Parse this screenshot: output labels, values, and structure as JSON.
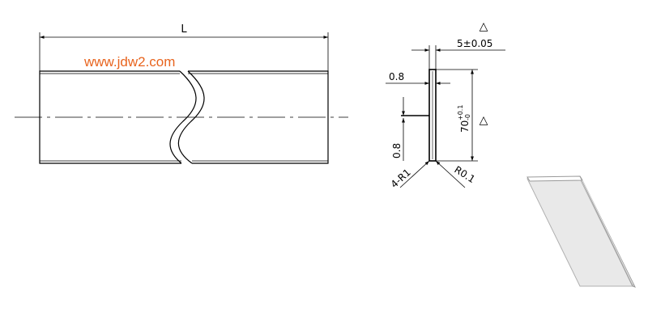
{
  "watermark": {
    "text": "www.jdw2.com",
    "color": "#e8641e"
  },
  "front_view": {
    "length_label": "L"
  },
  "section_view": {
    "width_tolerance": "5±0.05",
    "thickness_top": "0.8",
    "thickness_side": "0.8",
    "height_base": "70",
    "height_tol_upper": "+0.1",
    "height_tol_lower": "-0",
    "radius_left": "4-R1",
    "radius_right": "R0.1",
    "delta_mark": "△"
  },
  "colors": {
    "line": "#000000",
    "iso_shade": "#e9e9e9",
    "iso_edge": "#c8c8c8"
  }
}
